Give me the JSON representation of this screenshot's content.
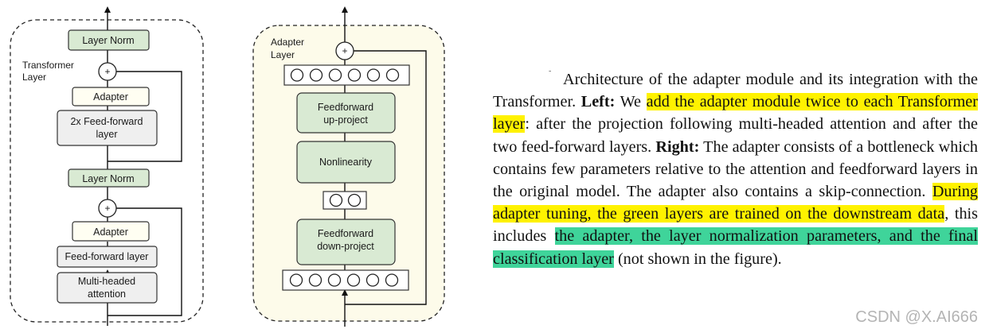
{
  "left_figure": {
    "group_label_line1": "Transformer",
    "group_label_line2": "Layer",
    "top_layer_norm": "Layer Norm",
    "upper_adapter": "Adapter",
    "ff_line1": "2x Feed-forward",
    "ff_line2": "layer",
    "middle_layer_norm": "Layer Norm",
    "lower_adapter": "Adapter",
    "feed_forward": "Feed-forward layer",
    "attn_line1": "Multi-headed",
    "attn_line2": "attention",
    "plus": "+"
  },
  "right_figure": {
    "group_label_line1": "Adapter",
    "group_label_line2": "Layer",
    "up_line1": "Feedforward",
    "up_line2": "up-project",
    "nonlinearity": "Nonlinearity",
    "down_line1": "Feedforward",
    "down_line2": "down-project",
    "plus": "+"
  },
  "caption": {
    "marker": "-",
    "s1": "Architecture of the adapter module and its integration with the Transformer.",
    "left_label": "Left:",
    "s2a": "We",
    "hl1": "add the adapter module twice to each Transformer layer",
    "s2b": ": after the projection following multi-headed attention and after the two feed-forward layers.",
    "right_label": "Right:",
    "s3": "The adapter consists of a bottleneck which contains few parameters relative to the attention and feedforward layers in the original model. The adapter also contains a skip-connection.",
    "hl2": "During adapter tuning, the green layers are trained on the downstream data",
    "s4": ", this includes",
    "hl3": "the adapter, the layer normalization parameters, and the final classification layer",
    "s5": "(not shown in the figure)."
  },
  "watermark": "CSDN @X.AI666",
  "colors": {
    "green_layer": "#d9ead3",
    "gray_layer": "#efefef",
    "adapter_box": "#fffef2",
    "adapter_panel": "#fdfbea",
    "yellow_highlight": "#fff200",
    "green_highlight": "#3fd49a"
  }
}
